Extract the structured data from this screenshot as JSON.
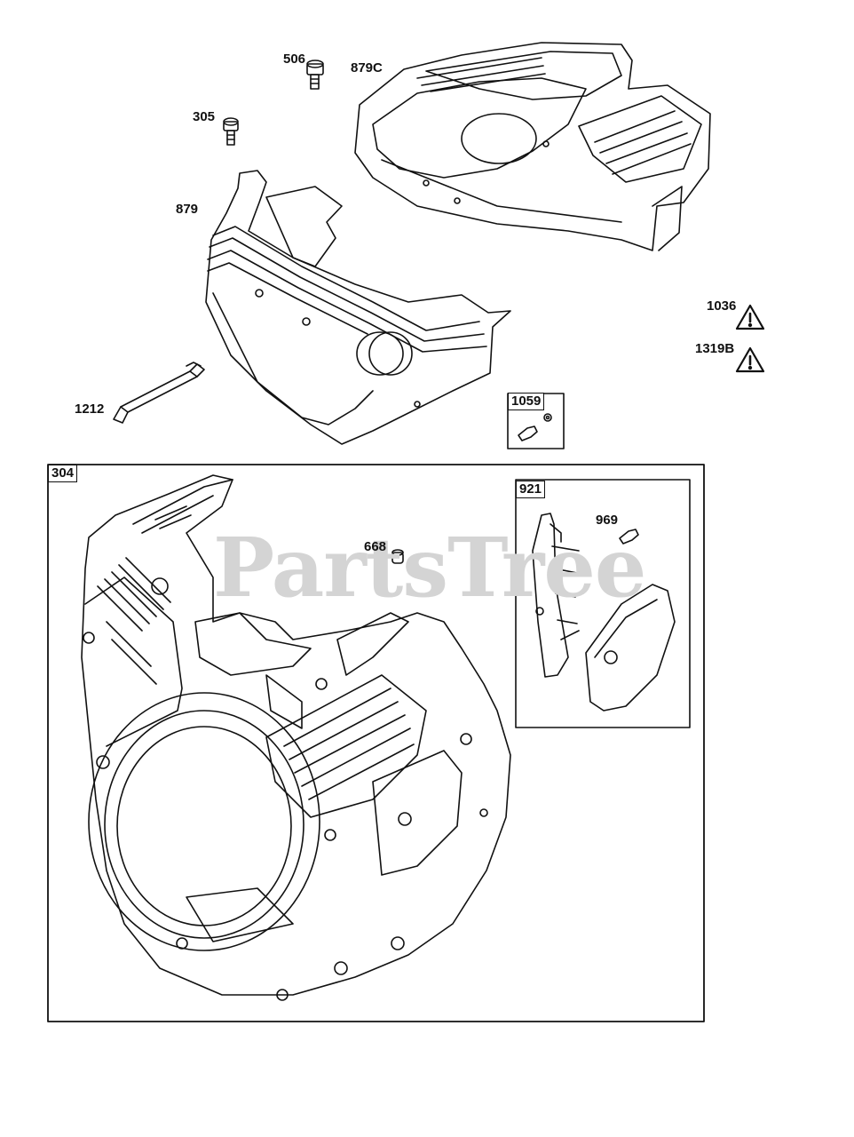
{
  "watermark": "PartsTree",
  "callouts": {
    "p506": "506",
    "p879c": "879C",
    "p305": "305",
    "p879": "879",
    "p1036": "1036",
    "p1319b": "1319B",
    "p1212": "1212",
    "p1059": "1059",
    "p304": "304",
    "p921": "921",
    "p969": "969",
    "p668": "668"
  },
  "icons": [
    "warning-triangle-icon",
    "warning-triangle-icon"
  ],
  "colors": {
    "line": "#111111",
    "watermark": "#d4d4d4"
  }
}
